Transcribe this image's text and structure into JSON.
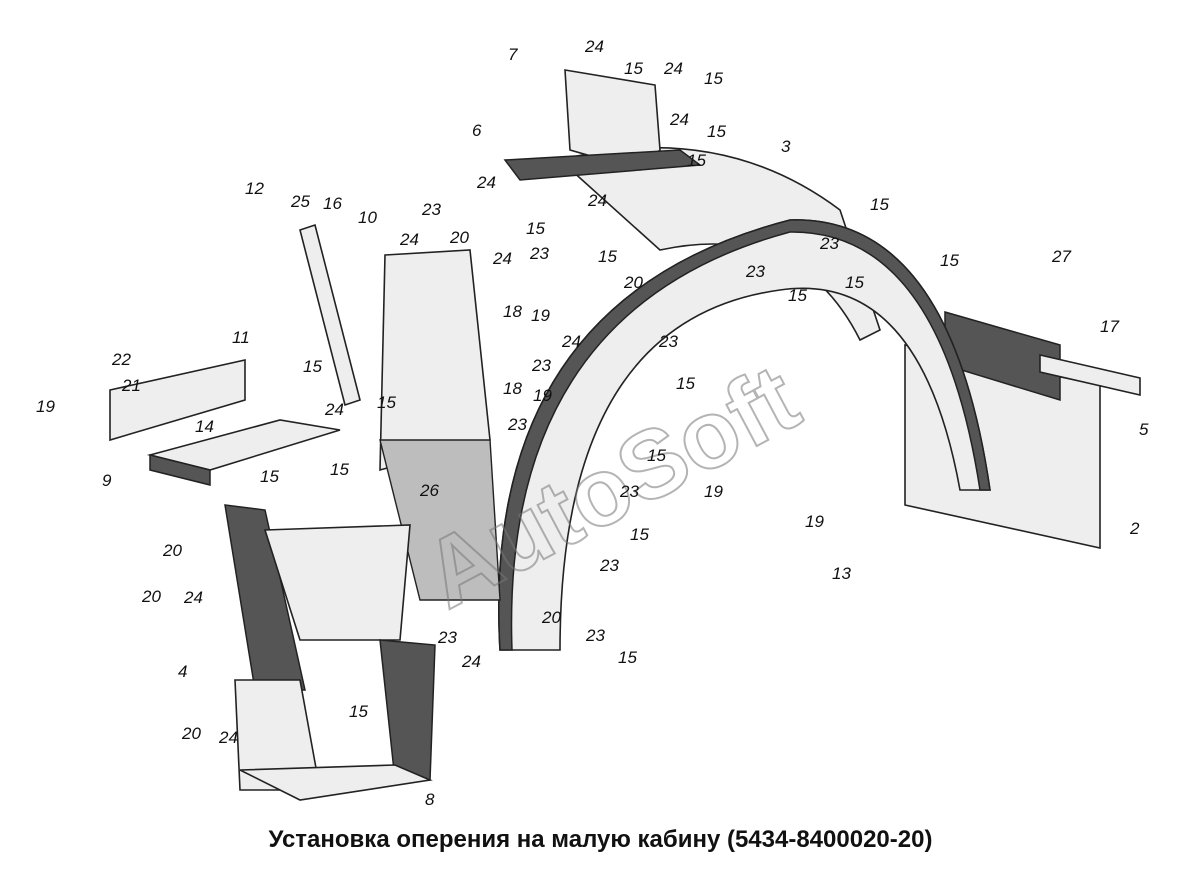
{
  "title": "Установка оперения на малую кабину (5434-8400020-20)",
  "watermark": "AutoSoft",
  "callouts": [
    "7",
    "24",
    "15",
    "24",
    "15",
    "24",
    "15",
    "15",
    "6",
    "3",
    "24",
    "24",
    "15",
    "15",
    "20",
    "15",
    "15",
    "23",
    "23",
    "15",
    "15",
    "27",
    "17",
    "5",
    "23",
    "15",
    "12",
    "25",
    "16",
    "10",
    "23",
    "24",
    "20",
    "24",
    "23",
    "18",
    "19",
    "24",
    "23",
    "18",
    "19",
    "23",
    "15",
    "23",
    "19",
    "19",
    "13",
    "2",
    "11",
    "22",
    "21",
    "19",
    "14",
    "15",
    "24",
    "15",
    "15",
    "9",
    "15",
    "26",
    "20",
    "20",
    "24",
    "15",
    "23",
    "20",
    "23",
    "24",
    "23",
    "15",
    "4",
    "15",
    "20",
    "24",
    "8"
  ]
}
